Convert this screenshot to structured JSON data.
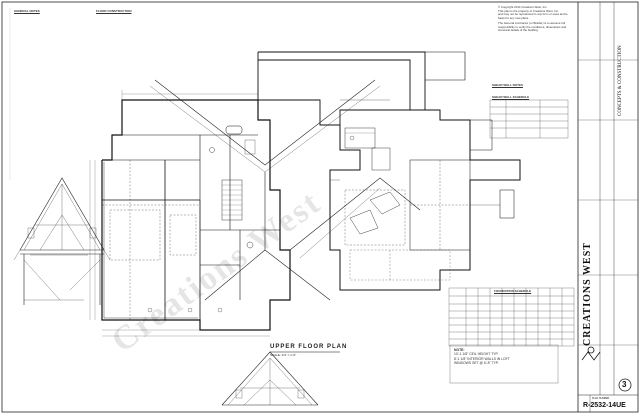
{
  "copyright": {
    "lines": [
      "© Copyright 2014 Creations West, Inc.",
      "This plan is the property of Creations West, Inc.",
      "and may not be reproduced in any form or used as the",
      "basis for any new plans.",
      "",
      "The General Contractor (or Builder) is to assume full",
      "responsibility to verify the conditions, dimensions and",
      "structural details of the building."
    ]
  },
  "title_block": {
    "company": "CREATIONS WEST",
    "services": "CONCEPTS & CONSTRUCTION",
    "plan_number": "R-2532-14UE",
    "sheet_number": "3",
    "sheet_label": "PLAN NUMBER"
  },
  "drawing": {
    "title": "UPPER FLOOR PLAN",
    "scale": "SCALE: 1/4\" = 1'-0\""
  },
  "notes_header": {
    "general": "GENERAL NOTES",
    "floor": "FLOOR CONSTRUCTION",
    "shear": "SHEAR WALL NOTES",
    "shear_schedule": "SHEAR WALL SCHEDULE",
    "foundation": "FOUNDATION SCHEDULE"
  },
  "notes_bottom": {
    "head": "NOTE:",
    "lines": [
      "10'-1 1/8\" CEIL HEIGHT TYP.",
      "8'-1 1/8\" INTERIOR WALLS IN LOFT",
      "WINDOWS SET @ 6'-8\" TYP."
    ]
  },
  "watermark": "Creations West"
}
